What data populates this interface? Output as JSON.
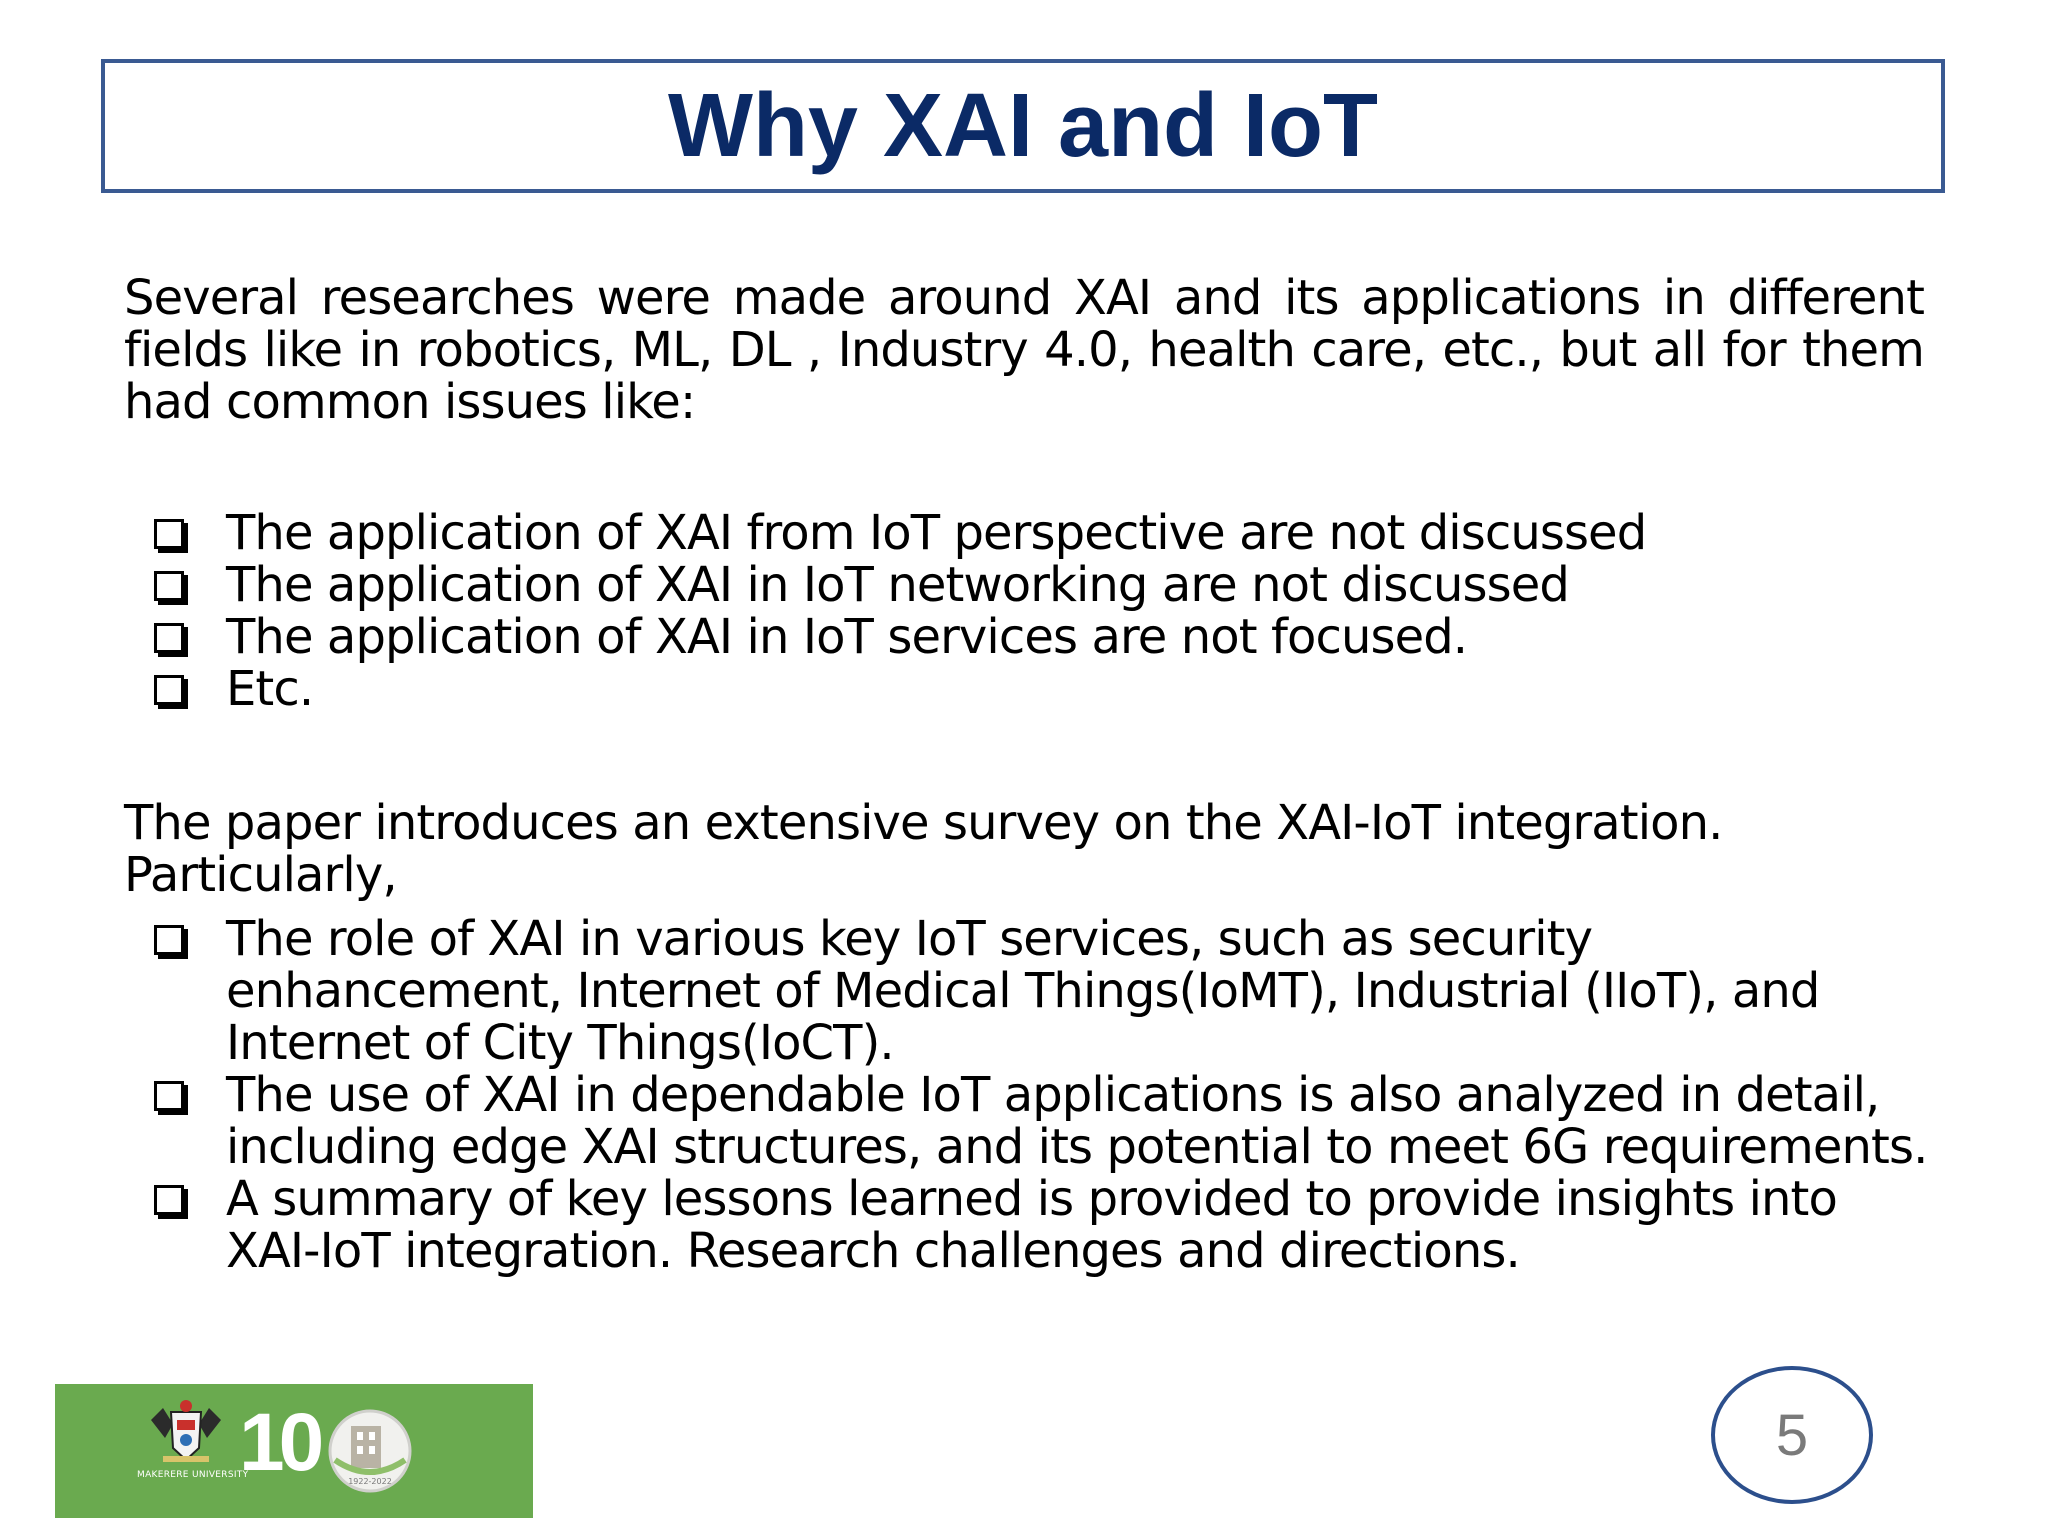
{
  "slide": {
    "title": "Why XAI and IoT",
    "intro": "Several researches were made around XAI and its applications in different fields like in robotics, ML, DL , Industry 4.0, health care, etc., but all for them had common issues like:",
    "issues": [
      "The application of XAI from IoT perspective are not discussed",
      "The application of XAI in IoT networking are not discussed",
      "The application of XAI in IoT services are not focused.",
      "Etc."
    ],
    "summary": "The paper introduces an extensive survey on the XAI-IoT integration. Particularly,",
    "contributions": [
      "The role of XAI in various key IoT services, such as security enhancement, Internet of Medical Things(IoMT), Industrial (IIoT), and Internet of City Things(IoCT).",
      "The use of XAI in dependable IoT applications is also analyzed in detail, including edge XAI structures, and its potential to meet 6G requirements.",
      "A summary of key lessons learned is provided to provide insights into XAI-IoT integration. Research challenges and directions."
    ],
    "page_number": "5"
  },
  "logo": {
    "number": "10",
    "crest_text": "MAKERERE UNIVERSITY",
    "seal_text": "1922-2022",
    "background_color": "#6aaa4f"
  },
  "colors": {
    "title": "#0b2a66",
    "title_border": "#3a5a92",
    "page_circle": "#2c4f8c"
  }
}
